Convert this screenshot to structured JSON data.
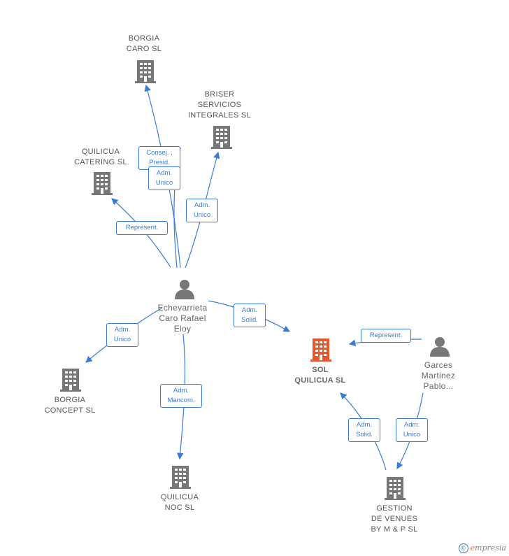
{
  "nodes": {
    "borgia_caro": {
      "label": "BORGIA\nCARO  SL",
      "type": "company"
    },
    "briser": {
      "label": "BRISER\nSERVICIOS\nINTEGRALES SL",
      "type": "company"
    },
    "quilicua_catering": {
      "label": "QUILICUA\nCATERING  SL",
      "type": "company"
    },
    "echevarrieta": {
      "label": "Echevarrieta\nCaro Rafael\nEloy",
      "type": "person"
    },
    "sol_quilicua": {
      "label": "SOL\nQUILICUA  SL",
      "type": "company-focus"
    },
    "garces": {
      "label": "Garces\nMartinez\nPablo...",
      "type": "person"
    },
    "borgia_concept": {
      "label": "BORGIA\nCONCEPT  SL",
      "type": "company"
    },
    "quilicua_noc": {
      "label": "QUILICUA\nNOC  SL",
      "type": "company"
    },
    "gestion": {
      "label": "GESTION\nDE VENUES\nBY M & P  SL",
      "type": "company"
    }
  },
  "edges": {
    "consej": "Consej. ,\nPresid.",
    "adm_unico_borgia": "Adm.\nUnico",
    "adm_unico_briser": "Adm.\nUnico",
    "represent_catering": "Represent.",
    "adm_solid_sol": "Adm.\nSolid.",
    "adm_unico_concept": "Adm.\nUnico",
    "adm_mancom": "Adm.\nMancom.",
    "represent_garces": "Represent.",
    "adm_solid_gestion": "Adm.\nSolid.",
    "adm_unico_garces": "Adm.\nUnico"
  },
  "colors": {
    "edge": "#3a7bd5",
    "company": "#777777",
    "focus": "#e8582a",
    "person": "#777777"
  },
  "credit": {
    "symbol": "©",
    "brand_first": "e",
    "brand_rest": "mpresia"
  }
}
